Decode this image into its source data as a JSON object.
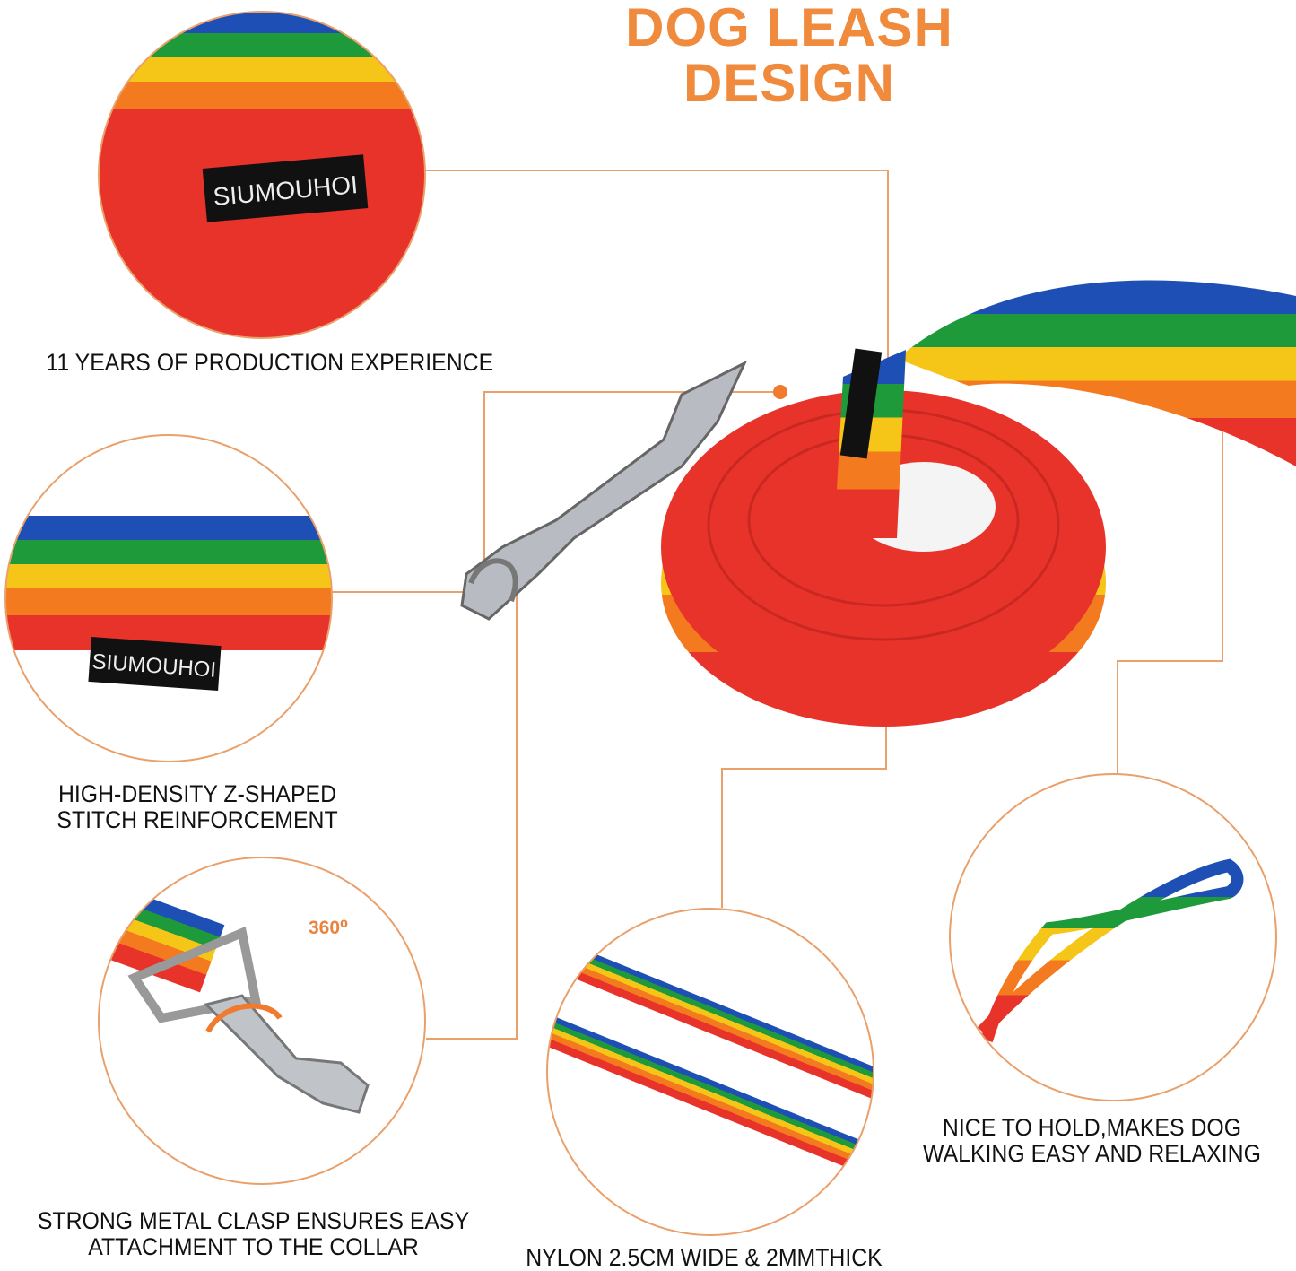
{
  "title": {
    "line1": "DOG LEASH",
    "line2": "DESIGN"
  },
  "brand_tag": "SIUMOUHOI",
  "rotation_label": "360⁰",
  "features": [
    {
      "caption_lines": [
        "11 YEARS OF PRODUCTION EXPERIENCE"
      ]
    },
    {
      "caption_lines": [
        "HIGH-DENSITY Z-SHAPED",
        "STITCH REINFORCEMENT"
      ]
    },
    {
      "caption_lines": [
        "STRONG METAL CLASP ENSURES EASY",
        "ATTACHMENT TO THE COLLAR"
      ]
    },
    {
      "caption_lines": [
        "NYLON 2.5CM WIDE & 2MMTHICK"
      ]
    },
    {
      "caption_lines": [
        "NICE TO HOLD,MAKES DOG",
        "WALKING EASY AND RELAXING"
      ]
    }
  ],
  "colors": {
    "accent": "#f08a3c",
    "line": "#e9a06a",
    "red": "#e8332a",
    "orange": "#f47a20",
    "yellow": "#f5c518",
    "green": "#1e9a3a",
    "blue": "#1e4fb5"
  }
}
